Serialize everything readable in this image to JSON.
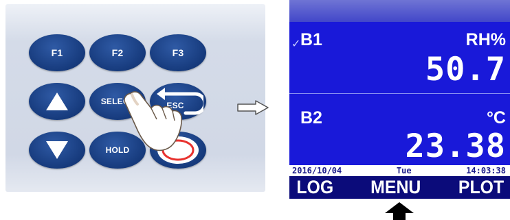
{
  "keypad": {
    "keys": {
      "f1": "F1",
      "f2": "F2",
      "f3": "F3",
      "select": "SELECT",
      "esc": "ESC",
      "hold": "HOLD"
    }
  },
  "display": {
    "channels": [
      {
        "label": "B1",
        "unit": "RH%",
        "value": "50.7"
      },
      {
        "label": "B2",
        "unit": "°C",
        "value": "23.38"
      }
    ],
    "status": {
      "date": "2016/10/04",
      "weekday": "Tue",
      "time": "14:03:38"
    },
    "softkeys": {
      "left": "LOG",
      "center": "MENU",
      "right": "PLOT"
    }
  },
  "colors": {
    "key_blue": "#163a7c",
    "screen_blue": "#1919d9",
    "softkey_bar": "#0b0b7a",
    "power_red": "#e8322f"
  },
  "icons": [
    "up-arrow-icon",
    "down-arrow-icon",
    "back-arrow-icon",
    "power-ring-icon",
    "pointing-hand-icon",
    "right-arrow-outline-icon",
    "up-arrow-indicator-icon",
    "check-icon"
  ]
}
